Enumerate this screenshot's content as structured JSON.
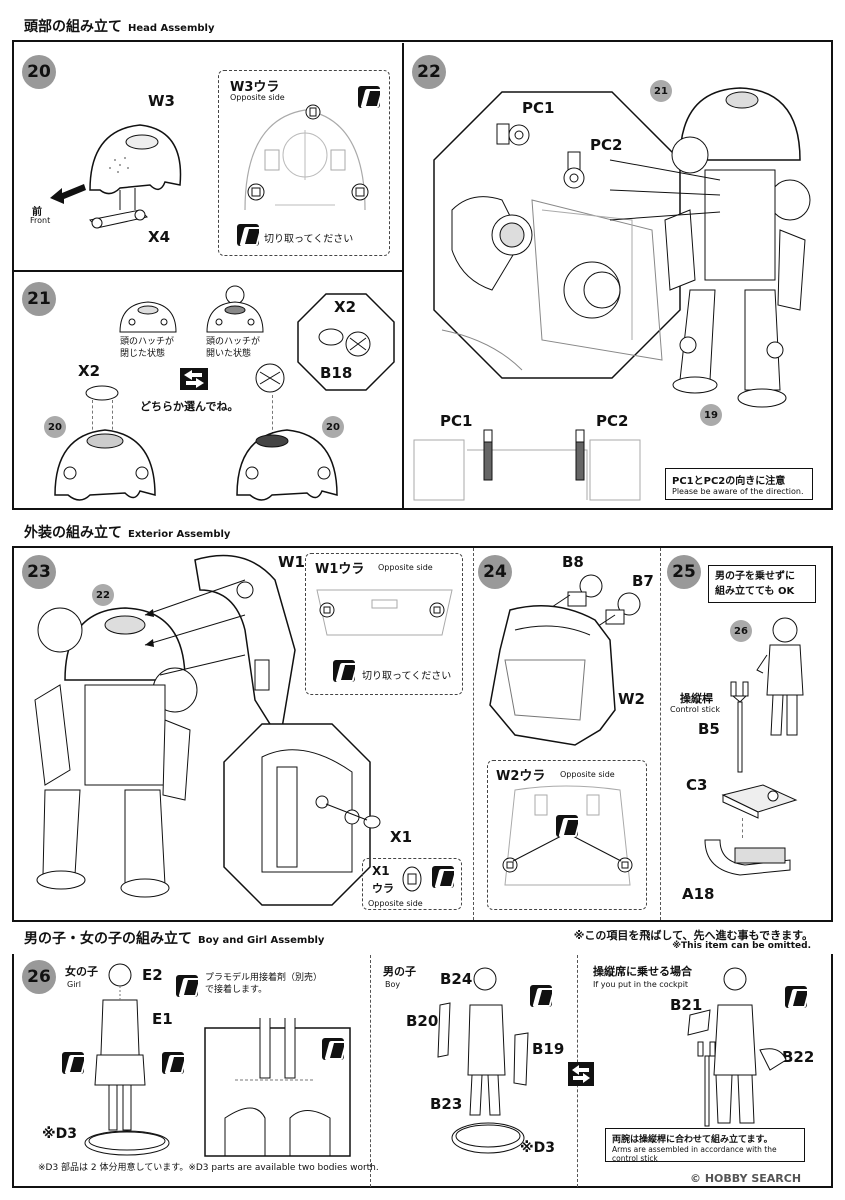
{
  "sections": {
    "head": {
      "jp": "頭部の組み立て",
      "en": "Head Assembly"
    },
    "exterior": {
      "jp": "外装の組み立て",
      "en": "Exterior Assembly"
    },
    "boygirl": {
      "jp": "男の子・女の子の組み立て",
      "en": "Boy and Girl Assembly",
      "skip_jp": "※この項目を飛ばして、先へ進む事もできます。",
      "skip_en": "※This item can be omitted."
    }
  },
  "steps": [
    "20",
    "21",
    "22",
    "23",
    "24",
    "25",
    "26"
  ],
  "step20": {
    "w3": "W3",
    "x4": "X4",
    "front_jp": "前",
    "front_en": "Front",
    "opp_title": "W3ウラ",
    "opp_en": "Opposite side",
    "cut": "切り取ってください"
  },
  "step21": {
    "closed": "頭のハッチが\n閉じた状態",
    "open": "頭のハッチが\n開いた状態",
    "x2": "X2",
    "x2b": "X2",
    "b18": "B18",
    "choose": "どちらか選んでね。",
    "ref20a": "20",
    "ref20b": "20"
  },
  "step22": {
    "pc1": "PC1",
    "pc2": "PC2",
    "pc1b": "PC1",
    "pc2b": "PC2",
    "ref21": "21",
    "ref19": "19",
    "note_jp": "PC1とPC2の向きに注意",
    "note_en": "Please be aware of the direction."
  },
  "step23": {
    "ref22": "22",
    "w1": "W1",
    "x1": "X1",
    "opp_title": "W1ウラ",
    "opp_en": "Opposite side",
    "cut": "切り取ってください",
    "x1b": "X1",
    "ura": "ウラ",
    "x1_opp": "Opposite side"
  },
  "step24": {
    "b8": "B8",
    "b7": "B7",
    "w2": "W2",
    "opp_title": "W2ウラ",
    "opp_en": "Opposite side"
  },
  "step25": {
    "note": "男の子を乗せずに\n組み立てても OK",
    "ref26": "26",
    "stick_jp": "操縦桿",
    "stick_en": "Control stick",
    "b5": "B5",
    "c3": "C3",
    "a18": "A18"
  },
  "step26": {
    "girl_jp": "女の子",
    "girl_en": "Girl",
    "e2": "E2",
    "e1": "E1",
    "d3": "※D3",
    "glue": "プラモデル用接着剤（別売）\nで接着します。",
    "boy_jp": "男の子",
    "boy_en": "Boy",
    "b24": "B24",
    "b20": "B20",
    "b19": "B19",
    "b23": "B23",
    "d3b": "※D3",
    "cockpit_jp": "操縦席に乗せる場合",
    "cockpit_en": "If you put in the cockpit",
    "b21": "B21",
    "b22": "B22",
    "arms_jp": "両腕は操縦桿に合わせて組み立てます。",
    "arms_en": "Arms are assembled in accordance with the control stick",
    "footnote": "※D3 部品は 2 体分用意しています。※D3 parts are available two bodies worth."
  },
  "watermark": "© HOBBY SEARCH",
  "colors": {
    "step_badge": "#999999",
    "line": "#111111"
  }
}
